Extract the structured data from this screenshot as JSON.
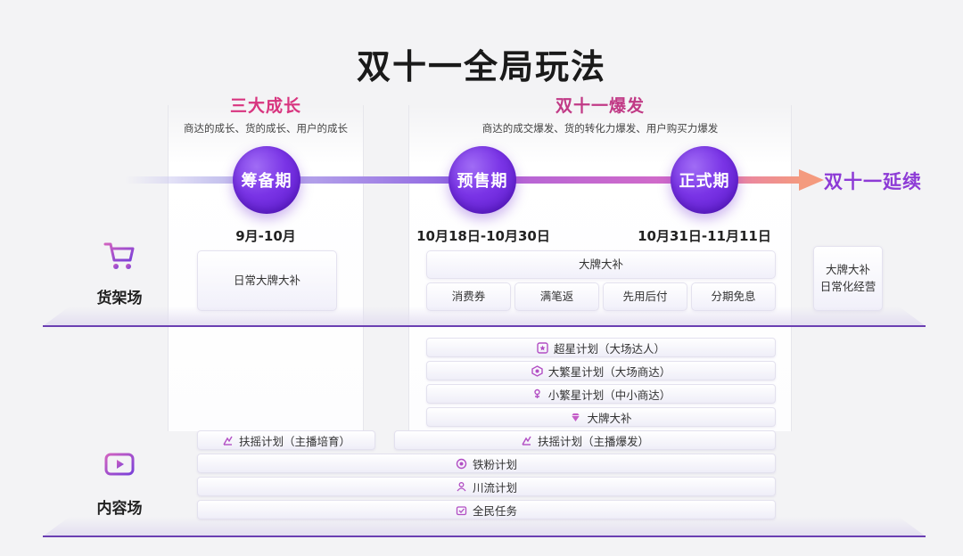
{
  "title": "双十一全局玩法",
  "stages": {
    "growth": {
      "title": "三大成长",
      "subtitle": "商达的成长、货的成长、用户的成长"
    },
    "burst": {
      "title": "双十一爆发",
      "subtitle": "商达的成交爆发、货的转化力爆发、用户购买力爆发"
    }
  },
  "timeline": {
    "phases": [
      {
        "label": "筹备期",
        "date": "9月-10月"
      },
      {
        "label": "预售期",
        "date": "10月18日-10月30日"
      },
      {
        "label": "正式期",
        "date": "10月31日-11月11日"
      }
    ],
    "extension": "双十一延续",
    "colors": {
      "start": "#c9c6ef",
      "mid": "#8a5ce0",
      "pink": "#d86bc6",
      "end": "#f49a7e"
    }
  },
  "shelf_section": {
    "label": "货架场",
    "prep_box": "日常大牌大补",
    "burst_top": "大牌大补",
    "burst_items": [
      "消费券",
      "满笔返",
      "先用后付",
      "分期免息"
    ],
    "extend_box": {
      "line1": "大牌大补",
      "line2": "日常化经营"
    }
  },
  "content_section": {
    "label": "内容场",
    "bars": [
      {
        "label": "超星计划（大场达人）",
        "icon": "star-plan-icon"
      },
      {
        "label": "大繁星计划（大场商达）",
        "icon": "big-star-icon"
      },
      {
        "label": "小繁星计划（中小商达）",
        "icon": "small-star-icon"
      },
      {
        "label": "大牌大补",
        "icon": "diamond-icon"
      },
      {
        "label": "扶摇计划（主播爆发）",
        "icon": "rise-icon"
      }
    ],
    "prep_bar": {
      "label": "扶摇计划（主播培育）",
      "icon": "rise-icon"
    },
    "full_bars": [
      {
        "label": "铁粉计划",
        "icon": "fan-icon"
      },
      {
        "label": "川流计划",
        "icon": "flow-icon"
      },
      {
        "label": "全民任务",
        "icon": "task-icon"
      }
    ]
  },
  "colors": {
    "accent": "#6b3fb2",
    "magenta": "#d8357f",
    "purple": "#7a34e6",
    "icon": "#b24fc4"
  }
}
